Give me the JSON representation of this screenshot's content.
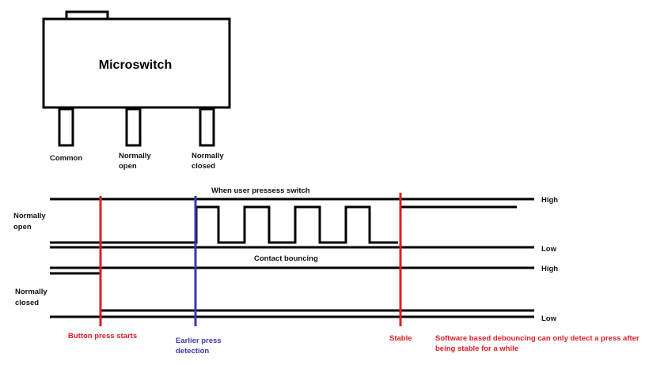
{
  "switch": {
    "title": "Microswitch",
    "pins": [
      {
        "label": "Common"
      },
      {
        "label_lines": [
          "Normally",
          "open"
        ]
      },
      {
        "label_lines": [
          "Normally",
          "closed"
        ]
      }
    ]
  },
  "signals": {
    "normally_open": {
      "label_lines": [
        "Normally",
        "open"
      ]
    },
    "normally_closed": {
      "label_lines": [
        "Normally",
        "closed"
      ]
    }
  },
  "levels": {
    "no_high": "High",
    "no_low": "Low",
    "nc_high": "High",
    "nc_low": "Low"
  },
  "annotations": {
    "press_caption": "When user pressess switch",
    "bounce_caption": "Contact bouncing"
  },
  "markers": [
    {
      "key": "button-press-starts",
      "color": "#e01b24",
      "lines": [
        "Button press starts"
      ]
    },
    {
      "key": "earlier-press-detection",
      "color": "#3a3aa8",
      "lines": [
        "Earlier press",
        "detection"
      ]
    },
    {
      "key": "stable",
      "color": "#e01b24",
      "lines": [
        "Stable"
      ]
    },
    {
      "key": "software-debouncing-note",
      "color": "#e01b24",
      "lines": [
        "Software based debouncing can only detect a press after",
        "being stable for a while"
      ]
    }
  ],
  "colors": {
    "line": "#000000",
    "marker_red": "#e01b24",
    "marker_blue": "#3a3aa8"
  }
}
